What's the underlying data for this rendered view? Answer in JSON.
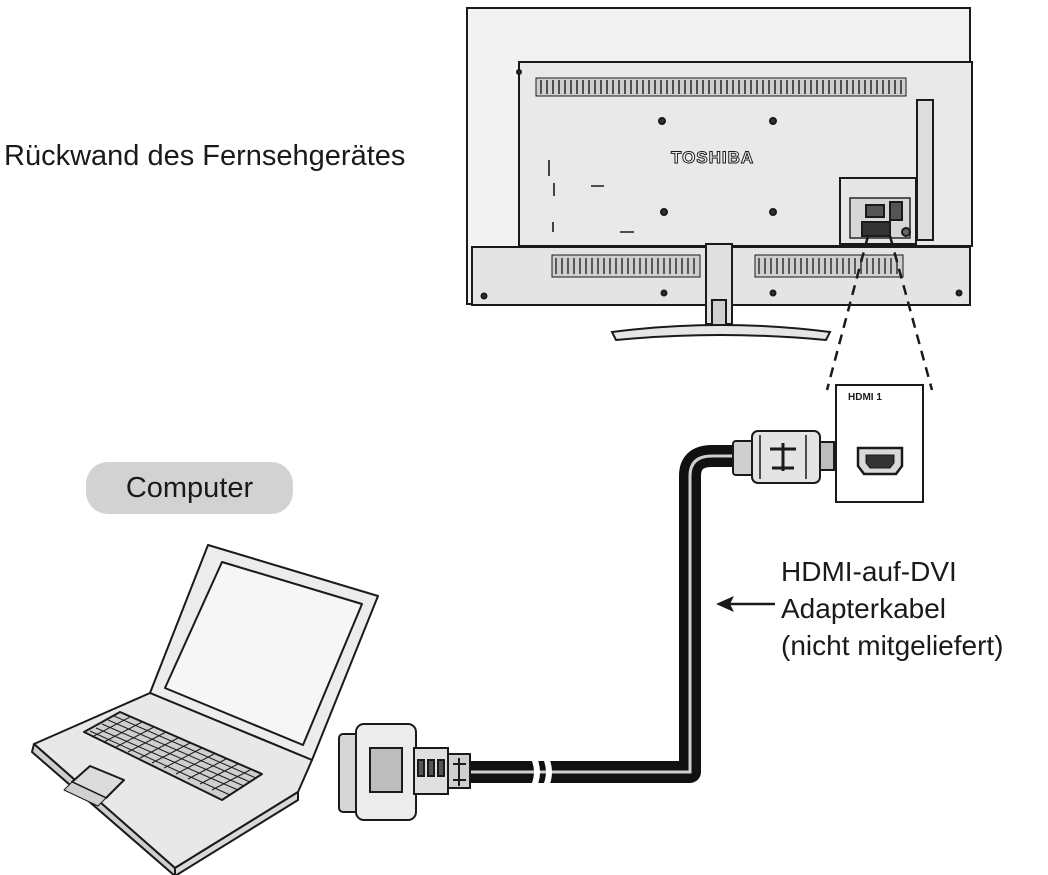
{
  "labels": {
    "tv_back": "Rückwand des Fernsehgerätes",
    "computer": "Computer",
    "cable_line1": "HDMI-auf-DVI",
    "cable_line2": "Adapterkabel",
    "cable_line3": "(nicht mitgeliefert)"
  },
  "tv": {
    "brand": "TOSHIBA",
    "port_label": "HDMI 1"
  },
  "colors": {
    "outline": "#1a1a1a",
    "tv_fill": "#ededed",
    "pill_fill": "#d2d2d2",
    "cable": "#111111"
  },
  "icons": {
    "connector_left": "dvi-connector-icon",
    "connector_right": "hdmi-plug-icon",
    "device_left": "laptop-icon",
    "device_right": "tv-rear-icon"
  }
}
